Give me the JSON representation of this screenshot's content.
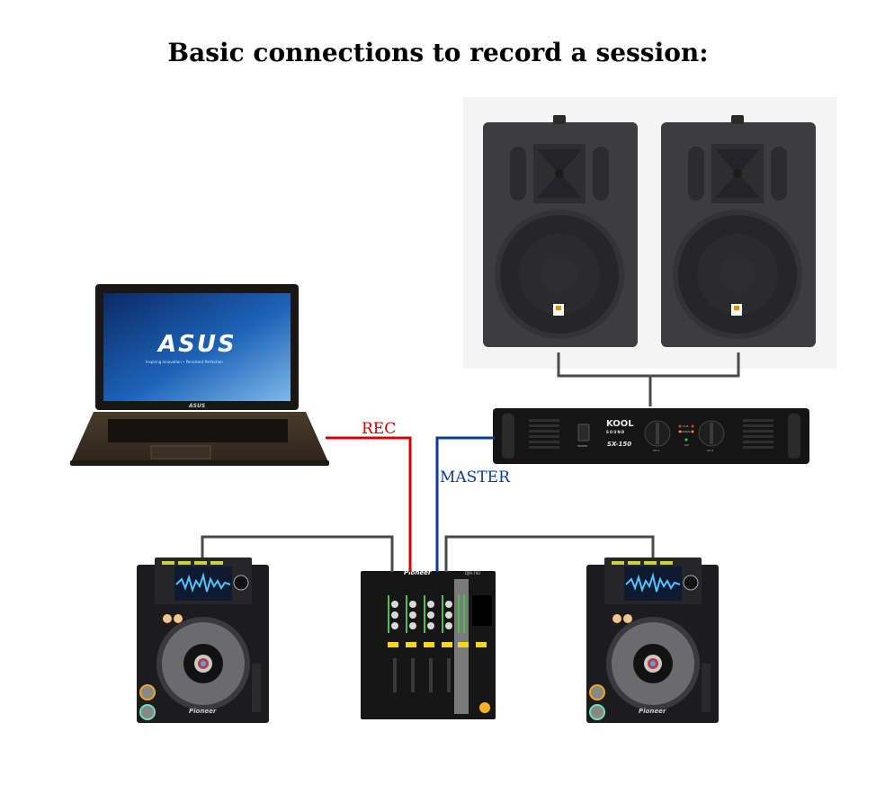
{
  "title": "Basic connections to record a session:",
  "labels": {
    "rec": "REC",
    "master": "MASTER"
  },
  "colors": {
    "rec_cable": "#d40000",
    "master_cable": "#0a3aa0",
    "audio_cable": "#4a4a4a"
  },
  "devices": {
    "laptop": {
      "brand": "ASUS",
      "tagline": "Inspiring Innovation • Persistent Perfection",
      "bezel_brand": "ASUS"
    },
    "speakers": [
      {
        "name": "speaker-left"
      },
      {
        "name": "speaker-right"
      }
    ],
    "amplifier": {
      "brand_top": "KOOL",
      "brand_bottom": "SOUND",
      "model": "SX-150",
      "power_label": "POWER",
      "ch1": "CH-1",
      "ch2": "CH-2",
      "clip": "CLIP",
      "signal": "SIGNAL",
      "on": "ON"
    },
    "mixer": {
      "brand": "Pioneer",
      "model": "DJM-700"
    },
    "players": [
      {
        "brand": "Pioneer"
      },
      {
        "brand": "Pioneer"
      }
    ]
  }
}
